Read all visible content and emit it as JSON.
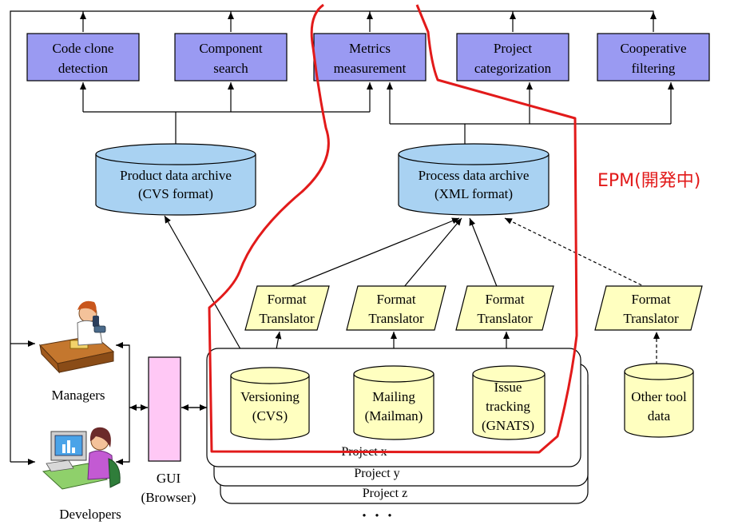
{
  "analysis_boxes": [
    {
      "line1": "Code clone",
      "line2": "detection"
    },
    {
      "line1": "Component",
      "line2": "search"
    },
    {
      "line1": "Metrics",
      "line2": "measurement"
    },
    {
      "line1": "Project",
      "line2": "categorization"
    },
    {
      "line1": "Cooperative",
      "line2": "filtering"
    }
  ],
  "archives": [
    {
      "line1": "Product data archive",
      "line2": "(CVS format)"
    },
    {
      "line1": "Process data archive",
      "line2": "(XML format)"
    }
  ],
  "epm_label": "EPM(開発中)",
  "translators": [
    {
      "line1": "Format",
      "line2": "Translator"
    },
    {
      "line1": "Format",
      "line2": "Translator"
    },
    {
      "line1": "Format",
      "line2": "Translator"
    },
    {
      "line1": "Format",
      "line2": "Translator"
    }
  ],
  "tools": [
    {
      "lines": [
        "Versioning",
        "(CVS)"
      ]
    },
    {
      "lines": [
        "Mailing",
        "(Mailman)"
      ]
    },
    {
      "lines": [
        "Issue",
        "tracking",
        "(GNATS)"
      ]
    },
    {
      "lines": [
        "Other tool",
        "data"
      ]
    }
  ],
  "projects": [
    "Project x",
    "Project y",
    "Project z"
  ],
  "ellipsis": "・・・",
  "gui": {
    "line1": "GUI",
    "line2": "(Browser)"
  },
  "managers_label": "Managers",
  "developers_label": "Developers",
  "colors": {
    "analysis_box": "#9a9af2",
    "archive": "#a9d2f2",
    "translator": "#ffffc0",
    "tool_cylinder": "#ffffc0",
    "gui": "#ffc8f5",
    "epm_outline": "#e21a1a"
  }
}
